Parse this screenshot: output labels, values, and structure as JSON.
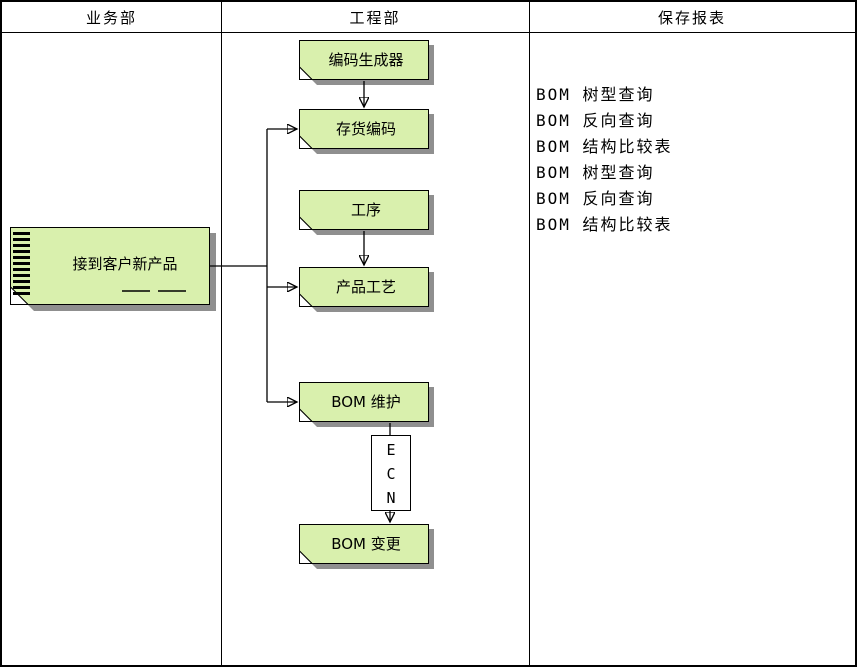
{
  "header": {
    "business_label": "业务部",
    "engineering_label": "工程部",
    "reports_label": "保存报表"
  },
  "flow": {
    "source": {
      "label": "接到客户新产品"
    },
    "nodes": [
      {
        "label": "编码生成器"
      },
      {
        "label": "存货编码"
      },
      {
        "label": "工序"
      },
      {
        "label": "产品工艺"
      },
      {
        "label": "BOM 维护"
      },
      {
        "label": "BOM 变更"
      }
    ],
    "ecn": {
      "letters": [
        "E",
        "C",
        "N"
      ]
    }
  },
  "reports": {
    "items": [
      "BOM 树型查询",
      "BOM 反向查询",
      "BOM 结构比较表",
      "BOM 树型查询",
      "BOM 反向查询",
      "BOM 结构比较表"
    ]
  },
  "colors": {
    "node_fill": "#d9f0ad",
    "shadow": "#8f8f8f",
    "border": "#000000",
    "background": "#ffffff"
  }
}
